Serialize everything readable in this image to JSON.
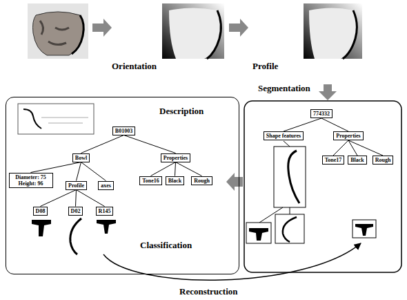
{
  "diagram": {
    "nodes": [
      {
        "text": [
          "Description",
          "Classification"
        ]
      },
      {
        "text": [
          "B01003"
        ],
        "in": 0
      },
      {
        "text": [
          "Bowl"
        ],
        "in": 0
      },
      {
        "text": [
          "Properties"
        ],
        "in": 0
      },
      {
        "text": [
          "Diameter: 75 Height: 96"
        ],
        "in": 0
      },
      {
        "text": [
          "Profile"
        ],
        "in": 0
      },
      {
        "text": [
          "axes"
        ],
        "in": 0
      },
      {
        "text": [
          "D08"
        ],
        "in": 0
      },
      {
        "text": [
          "D02"
        ],
        "in": 0
      },
      {
        "text": [
          "R145"
        ],
        "in": 0
      },
      {
        "text": [
          "Tone16"
        ],
        "in": 0
      },
      {
        "text": [
          "Black"
        ],
        "in": 0
      },
      {
        "text": [
          "Rough"
        ],
        "in": 0
      },
      {
        "text": [
          "774332"
        ]
      },
      {
        "text": [
          "Shape features"
        ]
      },
      {
        "text": [
          "Properties"
        ]
      },
      {
        "text": [
          "Tone17"
        ]
      },
      {
        "text": [
          "Black"
        ]
      },
      {
        "text": [
          "Rough"
        ]
      }
    ],
    "edges": [
      {
        "from": 1,
        "to": 2,
        "arrow": "none"
      },
      {
        "from": 1,
        "to": 3,
        "arrow": "none"
      },
      {
        "from": 2,
        "to": 4,
        "arrow": "none"
      },
      {
        "from": 2,
        "to": 5,
        "arrow": "none"
      },
      {
        "from": 2,
        "to": 6,
        "arrow": "none"
      },
      {
        "from": 5,
        "to": 7,
        "arrow": "none"
      },
      {
        "from": 5,
        "to": 8,
        "arrow": "none"
      },
      {
        "from": 5,
        "to": 9,
        "arrow": "none"
      },
      {
        "from": 3,
        "to": 10,
        "arrow": "none"
      },
      {
        "from": 3,
        "to": 11,
        "arrow": "none"
      },
      {
        "from": 3,
        "to": 12,
        "arrow": "none"
      },
      {
        "from": 13,
        "to": 14,
        "arrow": "none"
      },
      {
        "from": 13,
        "to": 15,
        "arrow": "none"
      },
      {
        "from": 15,
        "to": 16,
        "arrow": "none"
      },
      {
        "from": 15,
        "to": 17,
        "arrow": "none"
      },
      {
        "from": 15,
        "to": 18,
        "arrow": "none"
      }
    ],
    "labels": [
      "Orientation",
      "Profile",
      "Segmentation",
      "Reconstruction"
    ]
  }
}
